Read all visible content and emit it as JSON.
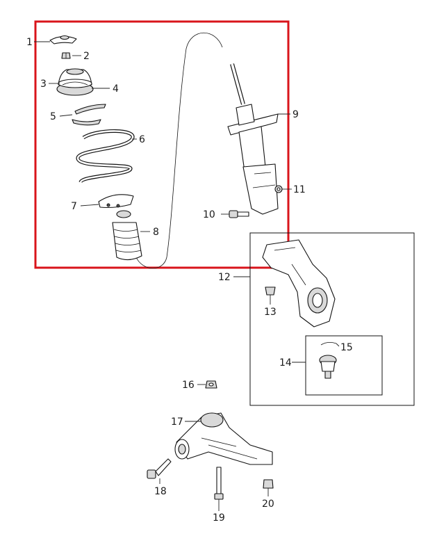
{
  "diagram": {
    "callouts": [
      {
        "id": "1",
        "label": "1"
      },
      {
        "id": "2",
        "label": "2"
      },
      {
        "id": "3",
        "label": "3"
      },
      {
        "id": "4",
        "label": "4"
      },
      {
        "id": "5",
        "label": "5"
      },
      {
        "id": "6",
        "label": "6"
      },
      {
        "id": "7",
        "label": "7"
      },
      {
        "id": "8",
        "label": "8"
      },
      {
        "id": "9",
        "label": "9"
      },
      {
        "id": "10",
        "label": "10"
      },
      {
        "id": "11",
        "label": "11"
      },
      {
        "id": "12",
        "label": "12"
      },
      {
        "id": "13",
        "label": "13"
      },
      {
        "id": "14",
        "label": "14"
      },
      {
        "id": "15",
        "label": "15"
      },
      {
        "id": "16",
        "label": "16"
      },
      {
        "id": "17",
        "label": "17"
      },
      {
        "id": "18",
        "label": "18"
      },
      {
        "id": "19",
        "label": "19"
      },
      {
        "id": "20",
        "label": "20"
      }
    ],
    "colors": {
      "highlight_box": "#d9141b",
      "line": "#111111",
      "part_fill": "#ffffff",
      "part_shade": "#d9d9d9"
    }
  }
}
